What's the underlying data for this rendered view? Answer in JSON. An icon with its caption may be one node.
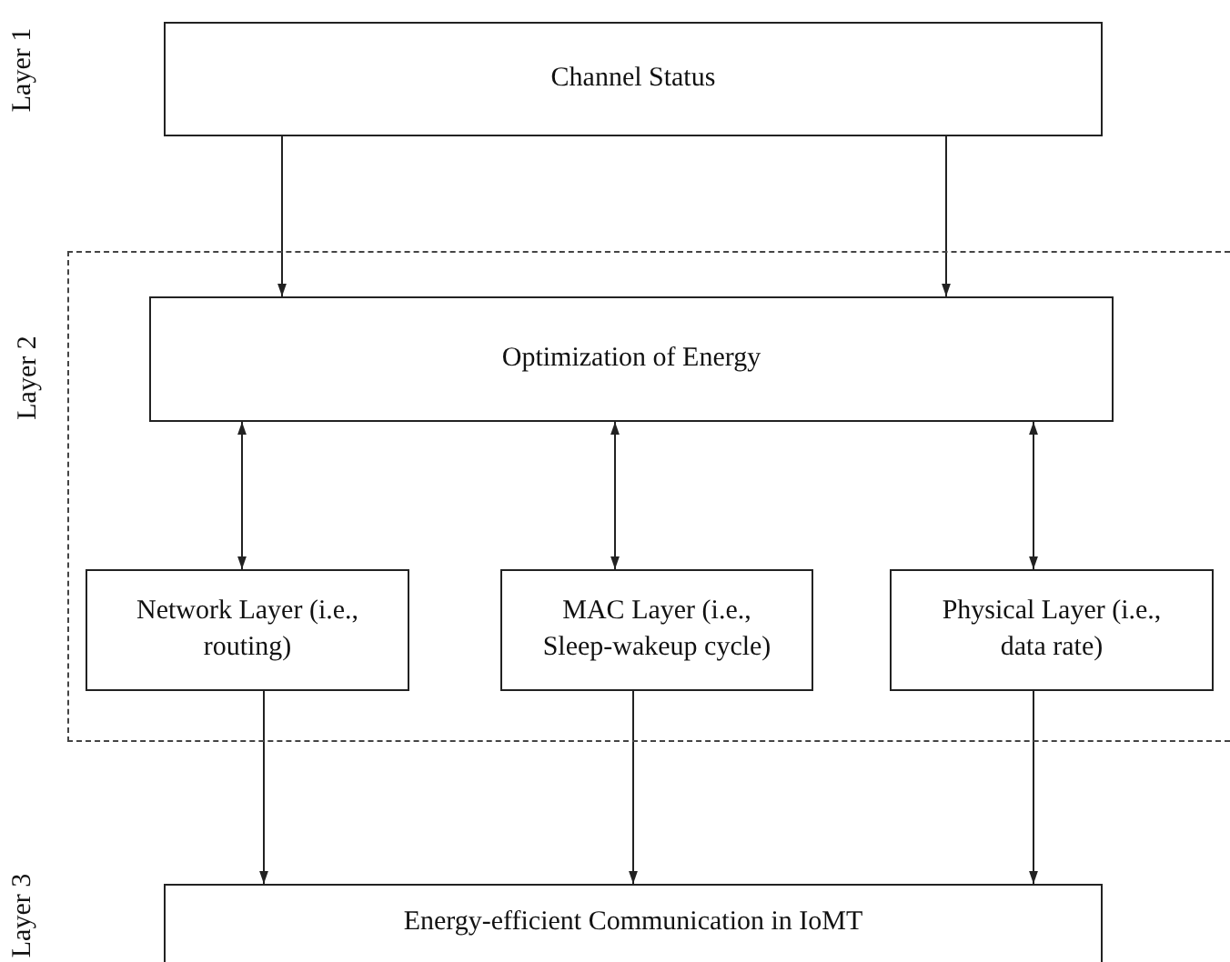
{
  "diagram": {
    "nodes": [
      {
        "text": [
          "Channel Status"
        ]
      },
      {
        "text": [
          "Layer 2"
        ]
      },
      {
        "text": [
          "Optimization of Energy"
        ],
        "in": 1
      },
      {
        "text": [
          "Network Layer (i.e., routing)"
        ],
        "in": 1
      },
      {
        "text": [
          "MAC Layer (i.e., Sleep-wakeup cycle)"
        ],
        "in": 1
      },
      {
        "text": [
          "Physical Layer (i.e., data rate)"
        ],
        "in": 1
      },
      {
        "text": [
          "Energy-efficient Communication in IoMT"
        ]
      }
    ],
    "edges": [
      {
        "from": 0,
        "to": 2,
        "arrow": "to"
      },
      {
        "from": 0,
        "to": 2,
        "arrow": "to"
      },
      {
        "from": 2,
        "to": 3,
        "arrow": "both"
      },
      {
        "from": 2,
        "to": 4,
        "arrow": "both"
      },
      {
        "from": 2,
        "to": 5,
        "arrow": "both"
      },
      {
        "from": 3,
        "to": 6,
        "arrow": "to"
      },
      {
        "from": 4,
        "to": 6,
        "arrow": "to"
      },
      {
        "from": 5,
        "to": 6,
        "arrow": "to"
      }
    ],
    "labels": [
      "Layer 1",
      "Layer 3"
    ]
  }
}
